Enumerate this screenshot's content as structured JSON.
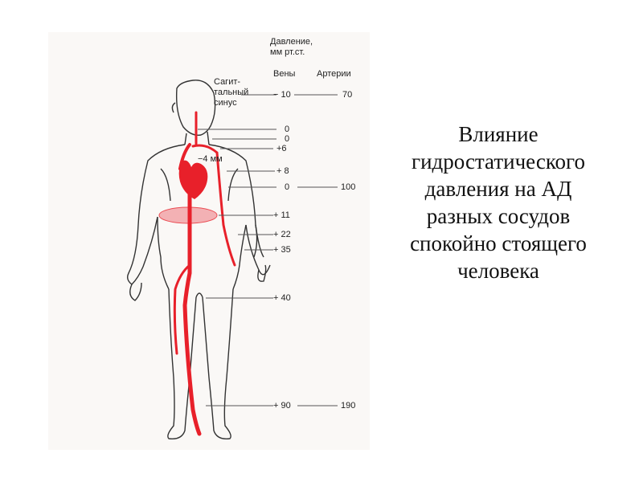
{
  "slide": {
    "title_lines": [
      "Влияние",
      "гидростатического",
      "давления на АД",
      "разных сосудов",
      "спокойно стоящего",
      "человека"
    ]
  },
  "diagram": {
    "header": {
      "pressure_line1": "Давление,",
      "pressure_line2": "мм рт.ст.",
      "veins": "Вены",
      "arteries": "Артерии"
    },
    "sinus_label": [
      "Сагит-",
      "тальный",
      "синус"
    ],
    "thorax_label": "−4 мм",
    "vein_pressures": [
      "− 10",
      "0",
      "0",
      "+6",
      "+ 8",
      "0",
      "+ 11",
      "+ 22",
      "+ 35",
      "+ 40",
      "+ 90"
    ],
    "artery_pressures": [
      "70",
      "100",
      "190"
    ],
    "colors": {
      "vessel": "#e8202a",
      "outline": "#333333",
      "line": "#555555"
    }
  }
}
